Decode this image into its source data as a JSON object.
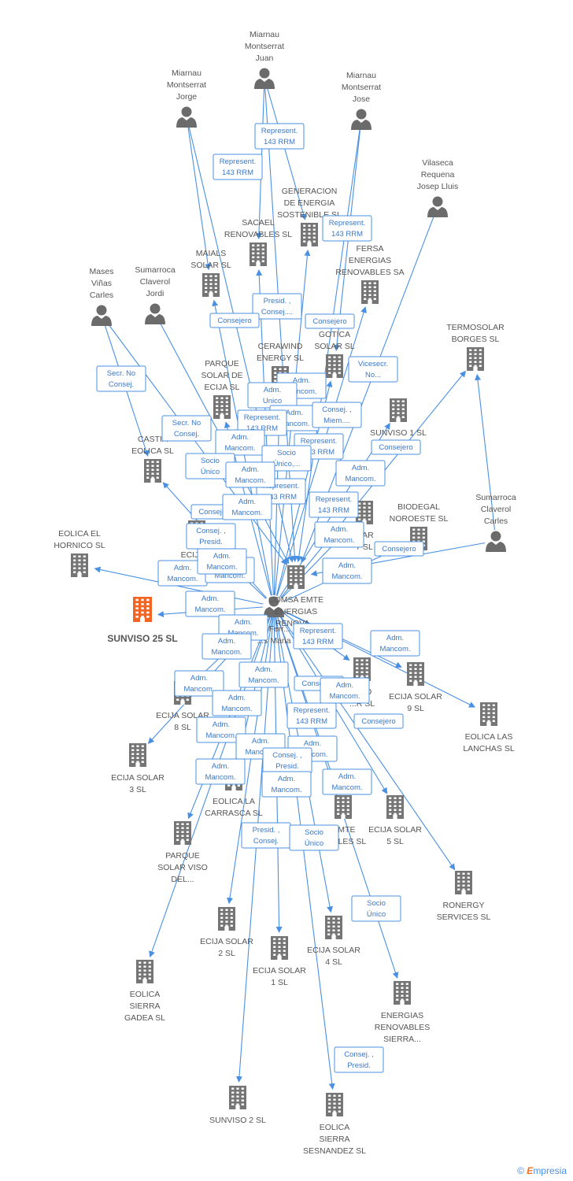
{
  "colors": {
    "edge": "#4a90e2",
    "building": "#757575",
    "focus": "#f26522",
    "person": "#6b6b6b"
  },
  "footer": {
    "copyright": "©",
    "brand_first": "E",
    "brand_rest": "mpresia"
  },
  "nodes": [
    {
      "id": "juan",
      "type": "person",
      "lines": [
        "Miarnau",
        "Montserrat",
        "Juan"
      ]
    },
    {
      "id": "jorge",
      "type": "person",
      "lines": [
        "Miarnau",
        "Montserrat",
        "Jorge"
      ]
    },
    {
      "id": "jose",
      "type": "person",
      "lines": [
        "Miarnau",
        "Montserrat",
        "Jose"
      ]
    },
    {
      "id": "vilaseca",
      "type": "person",
      "lines": [
        "Vilaseca",
        "Requena",
        "Josep Lluis"
      ]
    },
    {
      "id": "mases",
      "type": "person",
      "lines": [
        "Mases",
        "Viñas",
        "Carles"
      ]
    },
    {
      "id": "jordi",
      "type": "person",
      "lines": [
        "Sumarroca",
        "Claverol",
        "Jordi"
      ]
    },
    {
      "id": "carles",
      "type": "person",
      "lines": [
        "Sumarroca",
        "Claverol",
        "Carles"
      ]
    },
    {
      "id": "center",
      "type": "person",
      "lines": [
        "...t Ferr...",
        "...s Maria"
      ]
    },
    {
      "id": "generacion",
      "type": "company",
      "lines": [
        "GENERACION",
        "DE ENERGIA",
        "SOSTENIBLE SL"
      ]
    },
    {
      "id": "sacael",
      "type": "company",
      "lines": [
        "SACAEL",
        "RENOVABLES SL"
      ]
    },
    {
      "id": "maials",
      "type": "company",
      "lines": [
        "MAIALS",
        "SOLAR SL"
      ]
    },
    {
      "id": "fersa",
      "type": "company",
      "lines": [
        "FERSA",
        "ENERGIAS",
        "RENOVABLES SA"
      ]
    },
    {
      "id": "cerawind",
      "type": "company",
      "lines": [
        "CERAWIND",
        "ENERGY  SL"
      ]
    },
    {
      "id": "gotica",
      "type": "company",
      "lines": [
        "GOTICA",
        "SOLAR SL"
      ]
    },
    {
      "id": "termosolar",
      "type": "company",
      "lines": [
        "TERMOSOLAR",
        "BORGES SL"
      ]
    },
    {
      "id": "parque_ecija",
      "type": "company",
      "lines": [
        "PARQUE",
        "SOLAR DE",
        "ECIJA SL"
      ]
    },
    {
      "id": "sunviso1",
      "type": "company",
      "lines": [
        "SUNVISO 1 SL"
      ]
    },
    {
      "id": "castia",
      "type": "company",
      "lines": [
        "CASTIA",
        "EOLICA SL"
      ]
    },
    {
      "id": "ecija10",
      "type": "company",
      "lines": [
        "ECIJA ...",
        "10 SL"
      ]
    },
    {
      "id": "comsa",
      "type": "company",
      "lines": [
        "COMSA EMTE",
        "ENERGIAS",
        "RENOVA..."
      ]
    },
    {
      "id": "biodegal",
      "type": "company",
      "lines": [
        "BIODEGAL",
        "NOROESTE SL"
      ]
    },
    {
      "id": "ecija7",
      "type": "company",
      "lines": [
        "...AR",
        "7 SL"
      ]
    },
    {
      "id": "hornico",
      "type": "company",
      "lines": [
        "EOLICA EL",
        "HORNICO SL"
      ]
    },
    {
      "id": "sunviso25",
      "type": "focus",
      "lines": [
        "SUNVISO 25 SL"
      ]
    },
    {
      "id": "ecija9",
      "type": "company",
      "lines": [
        "ECIJA SOLAR",
        "9 SL"
      ]
    },
    {
      "id": "lanchas",
      "type": "company",
      "lines": [
        "EOLICA LAS",
        "LANCHAS SL"
      ]
    },
    {
      "id": "ecija8",
      "type": "company",
      "lines": [
        "ECIJA SOLAR",
        "8 SL"
      ]
    },
    {
      "id": "ecija3",
      "type": "company",
      "lines": [
        "ECIJA SOLAR",
        "3 SL"
      ]
    },
    {
      "id": "carrasca",
      "type": "company",
      "lines": [
        "EOLICA LA",
        "CARRASCA SL"
      ]
    },
    {
      "id": "mte",
      "type": "company",
      "lines": [
        "...MTE",
        "...ABLES SL"
      ]
    },
    {
      "id": "ecija5",
      "type": "company",
      "lines": [
        "ECIJA SOLAR",
        "5 SL"
      ]
    },
    {
      "id": "parque_viso",
      "type": "company",
      "lines": [
        "PARQUE",
        "SOLAR VISO",
        "DEL..."
      ]
    },
    {
      "id": "ronergy",
      "type": "company",
      "lines": [
        "RONERGY",
        "SERVICES  SL"
      ]
    },
    {
      "id": "ecija2",
      "type": "company",
      "lines": [
        "ECIJA SOLAR",
        "2 SL"
      ]
    },
    {
      "id": "ecija1",
      "type": "company",
      "lines": [
        "ECIJA SOLAR",
        "1 SL"
      ]
    },
    {
      "id": "ecija4",
      "type": "company",
      "lines": [
        "ECIJA SOLAR",
        "4 SL"
      ]
    },
    {
      "id": "gadea",
      "type": "company",
      "lines": [
        "EOLICA",
        "SIERRA",
        "GADEA SL"
      ]
    },
    {
      "id": "sierra_ren",
      "type": "company",
      "lines": [
        "ENERGIAS",
        "RENOVABLES",
        "SIERRA..."
      ]
    },
    {
      "id": "sunviso2",
      "type": "company",
      "lines": [
        "SUNVISO 2 SL"
      ]
    },
    {
      "id": "sesnandez",
      "type": "company",
      "lines": [
        "EOLICA",
        "SIERRA",
        "SESNANDEZ SL"
      ]
    },
    {
      "id": "do_sl",
      "type": "company",
      "lines": [
        "...DO",
        "...R SL"
      ]
    }
  ],
  "edge_labels": [
    {
      "lines": [
        "Represent.",
        "143 RRM"
      ]
    },
    {
      "lines": [
        "Represent.",
        "143 RRM"
      ]
    },
    {
      "lines": [
        "Represent.",
        "143 RRM"
      ]
    },
    {
      "lines": [
        "Presid. ,",
        "Consej...."
      ]
    },
    {
      "lines": [
        "Consejero"
      ]
    },
    {
      "lines": [
        "Consejero"
      ]
    },
    {
      "lines": [
        "Secr.  No",
        "Consej."
      ]
    },
    {
      "lines": [
        "Vicesecr.",
        "No..."
      ]
    },
    {
      "lines": [
        "Adm.",
        "Mancom."
      ]
    },
    {
      "lines": [
        "Adm.",
        "Unico"
      ]
    },
    {
      "lines": [
        "Adm.",
        "Mancom."
      ]
    },
    {
      "lines": [
        "Consej. ,",
        "Miem...."
      ]
    },
    {
      "lines": [
        "Represent.",
        "143 RRM"
      ]
    },
    {
      "lines": [
        "Represent.",
        "143 RRM"
      ]
    },
    {
      "lines": [
        "Secr.  No",
        "Consej."
      ]
    },
    {
      "lines": [
        "Consejero"
      ]
    },
    {
      "lines": [
        "Adm.",
        "Mancom."
      ]
    },
    {
      "lines": [
        "Socio",
        "Único"
      ]
    },
    {
      "lines": [
        "Socio",
        "Único,..."
      ]
    },
    {
      "lines": [
        "Represent.",
        "143 RRM"
      ]
    },
    {
      "lines": [
        "Consejero"
      ]
    },
    {
      "lines": [
        "Adm.",
        "Mancom."
      ]
    },
    {
      "lines": [
        "Adm.",
        "Mancom."
      ]
    },
    {
      "lines": [
        "Adm.",
        "Mancom."
      ]
    },
    {
      "lines": [
        "Represent.",
        "143 RRM"
      ]
    },
    {
      "lines": [
        "Consej. ,",
        "Presid."
      ]
    },
    {
      "lines": [
        "Adm.",
        "Mancom."
      ]
    },
    {
      "lines": [
        "Consejero"
      ]
    },
    {
      "lines": [
        "Adm.",
        "Mancom."
      ]
    },
    {
      "lines": [
        "Adm.",
        "Mancom."
      ]
    },
    {
      "lines": [
        "Adm.",
        "Mancom."
      ]
    },
    {
      "lines": [
        "Adm.",
        "Mancom."
      ]
    },
    {
      "lines": [
        "Adm.",
        "Mancom."
      ]
    },
    {
      "lines": [
        "Adm.",
        "Mancom."
      ]
    },
    {
      "lines": [
        "Represent.",
        "143 RRM"
      ]
    },
    {
      "lines": [
        "Adm.",
        "Mancom."
      ]
    },
    {
      "lines": [
        "Adm.",
        "Mancom."
      ]
    },
    {
      "lines": [
        "Adm.",
        "Mancom."
      ]
    },
    {
      "lines": [
        "Consejero"
      ]
    },
    {
      "lines": [
        "Adm.",
        "Mancom."
      ]
    },
    {
      "lines": [
        "Adm.",
        "Mancom."
      ]
    },
    {
      "lines": [
        "Represent.",
        "143 RRM"
      ]
    },
    {
      "lines": [
        "Consejero"
      ]
    },
    {
      "lines": [
        "Adm.",
        "Mancom."
      ]
    },
    {
      "lines": [
        "Adm.",
        "Mancom."
      ]
    },
    {
      "lines": [
        "Adm.",
        "Mancom."
      ]
    },
    {
      "lines": [
        "Adm.",
        "Mancom."
      ]
    },
    {
      "lines": [
        "Consej. ,",
        "Presid."
      ]
    },
    {
      "lines": [
        "Adm.",
        "Mancom."
      ]
    },
    {
      "lines": [
        "Presid. ,",
        "Consej."
      ]
    },
    {
      "lines": [
        "Socio",
        "Único"
      ]
    },
    {
      "lines": [
        "Socio",
        "Único"
      ]
    },
    {
      "lines": [
        "Consej. ,",
        "Presid."
      ]
    },
    {
      "lines": [
        "Adm.",
        "Mancom."
      ]
    },
    {
      "lines": [
        "Adm.",
        "Mancom."
      ]
    }
  ]
}
